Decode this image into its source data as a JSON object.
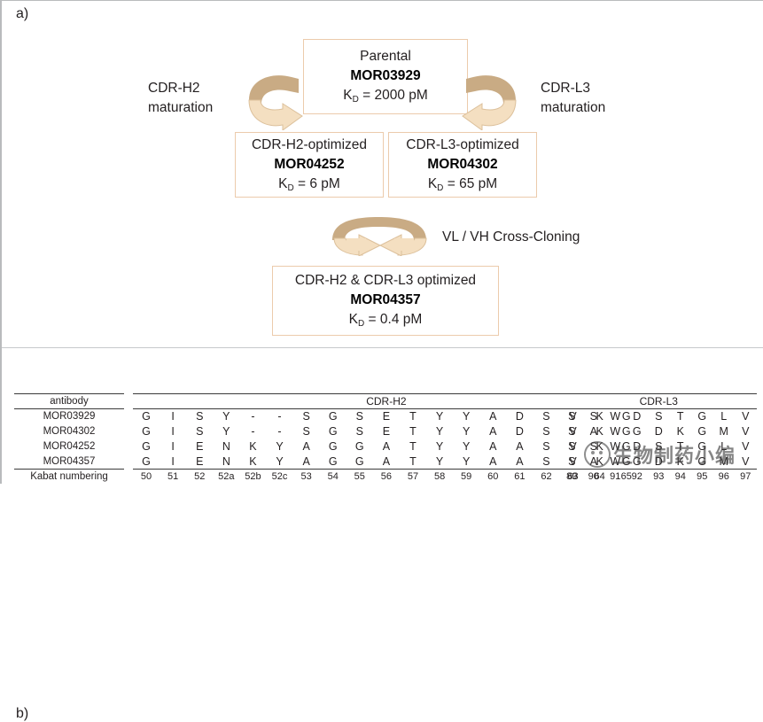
{
  "panels": {
    "a_label": "a)",
    "b_label": "b)"
  },
  "colors": {
    "box_border": "#eccbac",
    "arrow_light": "#f4dfc1",
    "arrow_dark": "#c9ab84",
    "rule": "#3a3a3a",
    "background": "#ffffff"
  },
  "maturation_diagram": {
    "parental": {
      "role": "Parental",
      "clone": "MOR03929",
      "kd_prefix": "K",
      "kd_sub": "D",
      "kd_value": " = 2000 pM"
    },
    "h2_optimized": {
      "role": "CDR-H2-optimized",
      "clone": "MOR04252",
      "kd_prefix": "K",
      "kd_sub": "D",
      "kd_value": " = 6 pM"
    },
    "l3_optimized": {
      "role": "CDR-L3-optimized",
      "clone": "MOR04302",
      "kd_prefix": "K",
      "kd_sub": "D",
      "kd_value": " = 65 pM"
    },
    "both_optimized": {
      "role": "CDR-H2 & CDR-L3 optimized",
      "clone": "MOR04357",
      "kd_prefix": "K",
      "kd_sub": "D",
      "kd_value": " = 0.4 pM"
    },
    "arrow_labels": {
      "left_line1": "CDR-H2",
      "left_line2": "maturation",
      "right_line1": "CDR-L3",
      "right_line2": "maturation",
      "cross": "VL / VH Cross-Cloning"
    }
  },
  "sequence_table": {
    "name_header": "antibody",
    "footer_label": "Kabat numbering",
    "antibodies": [
      "MOR03929",
      "MOR04302",
      "MOR04252",
      "MOR04357"
    ],
    "cdr_h2": {
      "title": "CDR-H2",
      "numbering": [
        "50",
        "51",
        "52",
        "52a",
        "52b",
        "52c",
        "53",
        "54",
        "55",
        "56",
        "57",
        "58",
        "59",
        "60",
        "61",
        "62",
        "63",
        "64",
        "65"
      ],
      "rows": [
        [
          "G",
          "I",
          "S",
          "Y",
          "-",
          "-",
          "S",
          "G",
          "S",
          "E",
          "T",
          "Y",
          "Y",
          "A",
          "D",
          "S",
          "V",
          "K",
          "G"
        ],
        [
          "G",
          "I",
          "S",
          "Y",
          "-",
          "-",
          "S",
          "G",
          "S",
          "E",
          "T",
          "Y",
          "Y",
          "A",
          "D",
          "S",
          "V",
          "K",
          "G"
        ],
        [
          "G",
          "I",
          "E",
          "N",
          "K",
          "Y",
          "A",
          "G",
          "G",
          "A",
          "T",
          "Y",
          "Y",
          "A",
          "A",
          "S",
          "V",
          "K",
          "G"
        ],
        [
          "G",
          "I",
          "E",
          "N",
          "K",
          "Y",
          "A",
          "G",
          "G",
          "A",
          "T",
          "Y",
          "Y",
          "A",
          "A",
          "S",
          "V",
          "K",
          "G"
        ]
      ]
    },
    "cdr_l3": {
      "title": "CDR-L3",
      "numbering": [
        "89",
        "90",
        "91",
        "92",
        "93",
        "94",
        "95",
        "96",
        "97"
      ],
      "rows": [
        [
          "S",
          "S",
          "W",
          "D",
          "S",
          "T",
          "G",
          "L",
          "V"
        ],
        [
          "S",
          "A",
          "W",
          "G",
          "D",
          "K",
          "G",
          "M",
          "V"
        ],
        [
          "S",
          "S",
          "W",
          "D",
          "S",
          "T",
          "G",
          "L",
          "V"
        ],
        [
          "S",
          "A",
          "W",
          "G",
          "D",
          "K",
          "G",
          "M",
          "V"
        ]
      ]
    }
  },
  "watermark": {
    "text": "生物制药小编"
  }
}
